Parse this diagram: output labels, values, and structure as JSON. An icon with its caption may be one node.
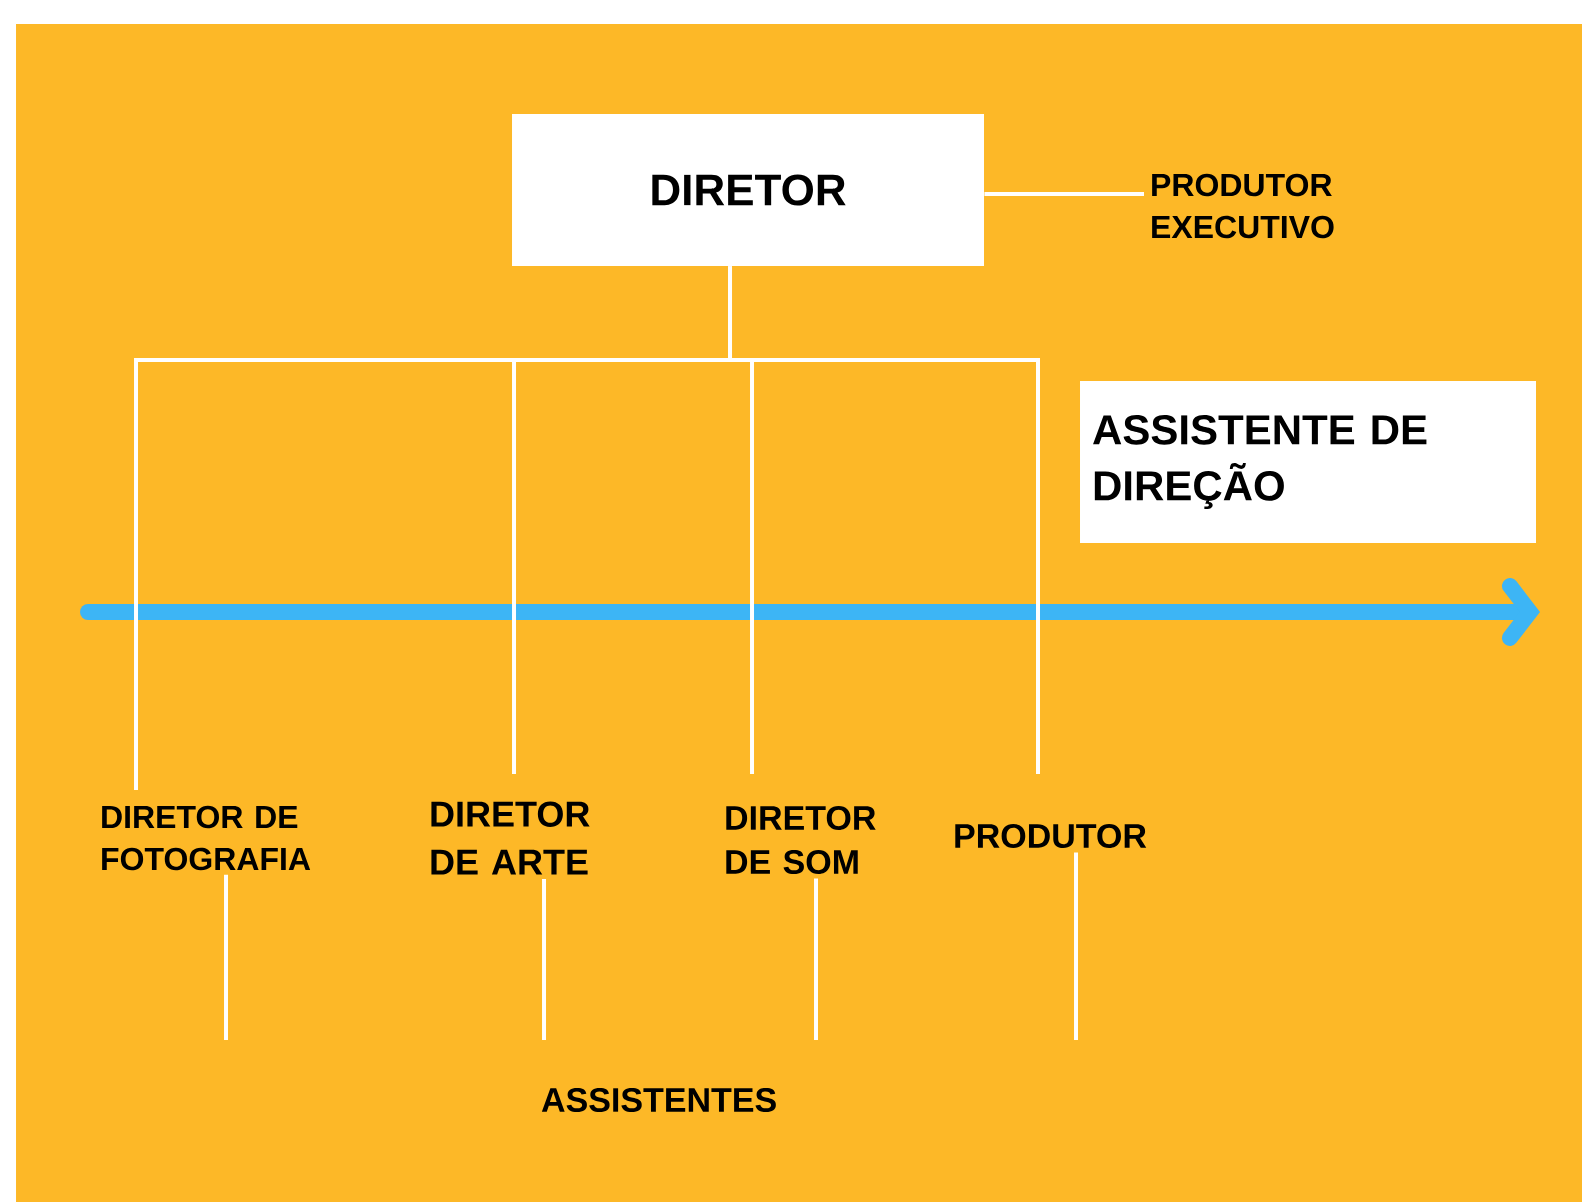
{
  "diagram": {
    "nodes": [
      {
        "text": [
          "DIRETOR"
        ]
      },
      {
        "text": [
          "PRODUTOR EXECUTIVO"
        ]
      },
      {
        "text": [
          "ASSISTENTE DE DIREÇÃO"
        ]
      },
      {
        "text": [
          "DIRETOR DE FOTOGRAFIA"
        ]
      },
      {
        "text": [
          "DIRETOR DE ARTE"
        ]
      },
      {
        "text": [
          "DIRETOR DE SOM"
        ]
      },
      {
        "text": [
          "PRODUTOR"
        ]
      },
      {
        "text": [
          "ASSISTENTES"
        ]
      }
    ],
    "edges": [
      {
        "from": 0,
        "to": 1,
        "arrow": "none"
      },
      {
        "from": 0,
        "to": 3,
        "arrow": "none"
      },
      {
        "from": 0,
        "to": 4,
        "arrow": "none"
      },
      {
        "from": 0,
        "to": 5,
        "arrow": "none"
      },
      {
        "from": 0,
        "to": 6,
        "arrow": "none"
      },
      {
        "from": 3,
        "to": null,
        "arrow": "none"
      },
      {
        "from": 4,
        "to": null,
        "arrow": "none"
      },
      {
        "from": 5,
        "to": null,
        "arrow": "none"
      },
      {
        "from": 6,
        "to": null,
        "arrow": "none"
      }
    ]
  }
}
